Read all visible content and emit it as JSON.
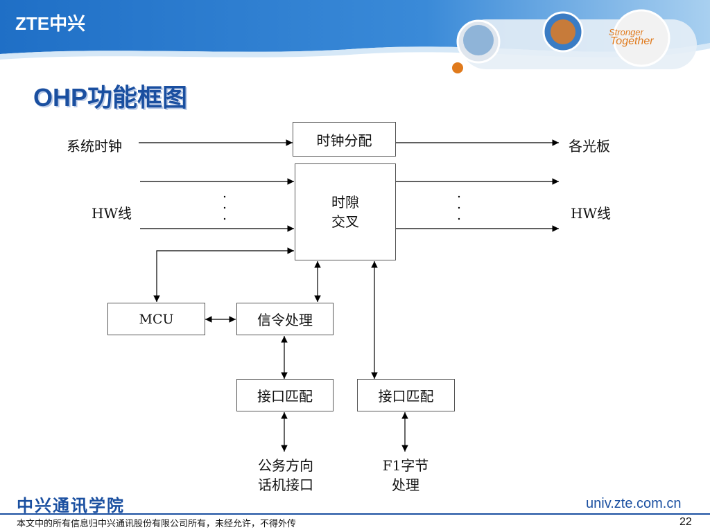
{
  "header": {
    "brand": "ZTE中兴",
    "slogan_line1": "Stronger",
    "slogan_line2": "Together",
    "colors": {
      "band": "#2e7fd0",
      "band_light": "#8cc0ec",
      "accent": "#e07a1c"
    }
  },
  "slide": {
    "title": "OHP功能框图"
  },
  "diagram": {
    "boxes": {
      "clock_dist": "时钟分配",
      "tsi_line1": "时隙",
      "tsi_line2": "交叉",
      "mcu": "MCU",
      "signaling": "信令处理",
      "iface_left": "接口匹配",
      "iface_right": "接口匹配"
    },
    "labels": {
      "sys_clock": "系统时钟",
      "hw_left": "HW线",
      "boards": "各光板",
      "hw_right": "HW线",
      "phone_line1": "公务方向",
      "phone_line2": "话机接口",
      "f1_line1": "F1字节",
      "f1_line2": "处理"
    }
  },
  "footer": {
    "org": "中兴通讯学院",
    "copyright": "本文中的所有信息归中兴通讯股份有限公司所有，未经允许，不得外传",
    "url": "univ.zte.com.cn",
    "page": "22"
  }
}
